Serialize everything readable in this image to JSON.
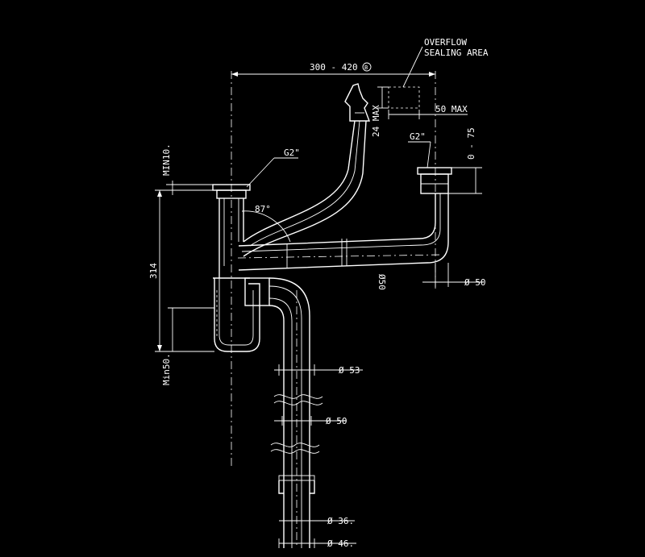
{
  "labels": {
    "overflow_line1": "OVERFLOW",
    "overflow_line2": "SEALING AREA",
    "width_range": "300 - 420",
    "width_note": "B",
    "max_50": "50 MAX",
    "max_24": "24 MAX",
    "range_0_75": "0 - 75",
    "g2_left": "G2\"",
    "g2_right": "G2\"",
    "min10": "MIN10.",
    "angle_87": "87°",
    "height_314": "314",
    "min50": "Min50.",
    "dia_50_horizontal": "Ø50",
    "dia_50_right": "Ø 50",
    "dia_53": "Ø 53",
    "dia_50_lower": "Ø 50",
    "dia_36": "Ø 36.",
    "dia_46": "Ø 46."
  },
  "colors": {
    "background": "#000000",
    "line": "#ffffff"
  }
}
